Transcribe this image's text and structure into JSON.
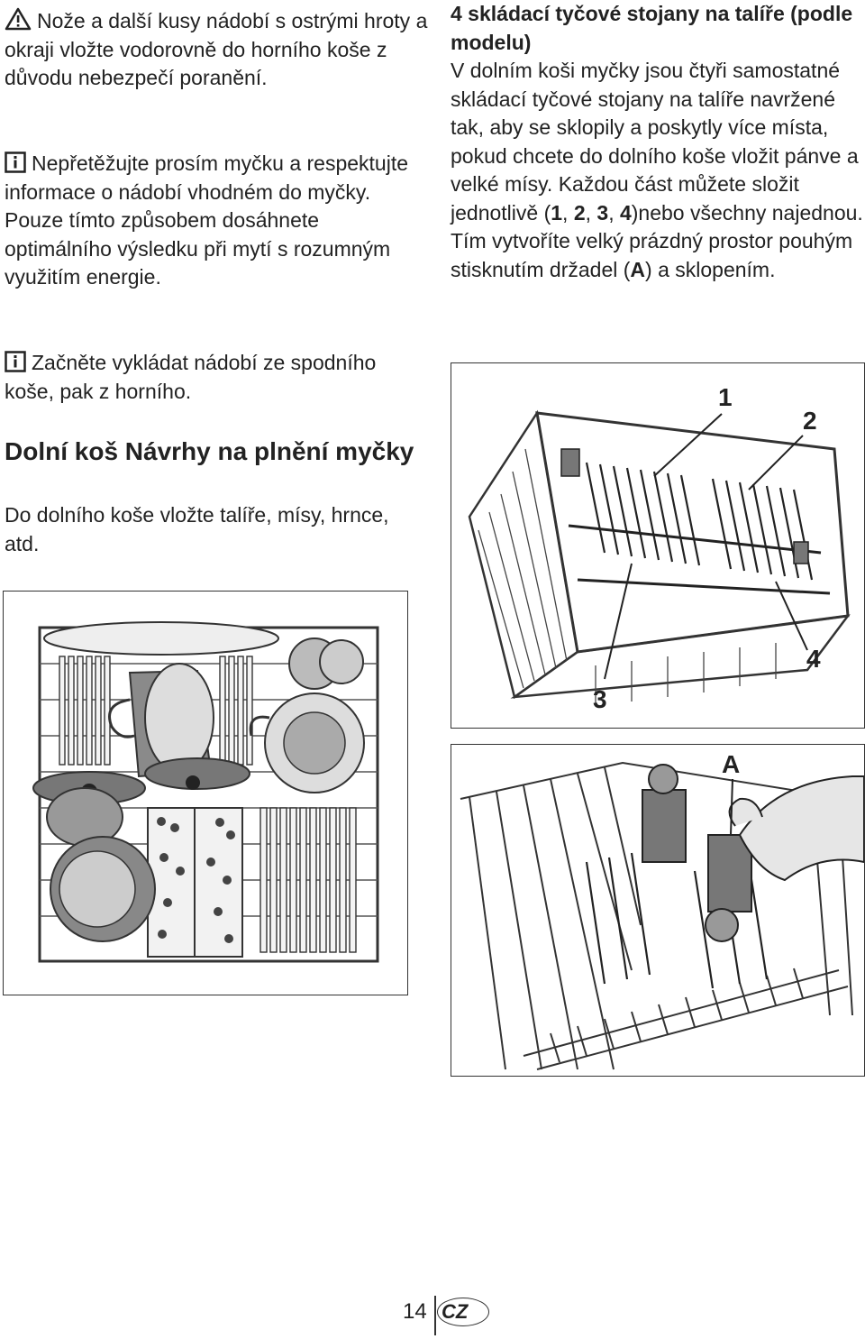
{
  "left": {
    "warning_text": "Nože a další kusy nádobí s ostrými hroty a okraji vložte vodorovně do horního koše z důvodu nebezpečí poranění.",
    "info1_text": "Nepřetěžujte prosím myčku a respektujte informace o nádobí vhodném do myčky. Pouze tímto způsobem dosáhnete optimálního výsledku při mytí s rozumným využitím energie.",
    "info2_text": "Začněte vykládat nádobí ze spodního koše, pak z horního.",
    "heading": "Dolní koš Návrhy na plnění myčky",
    "heading_body": "Do dolního koše vložte talíře, mísy, hrnce, atd."
  },
  "right": {
    "heading": "4 skládací tyčové stojany na talíře (podle modelu)",
    "body_part1": "V dolním koši myčky jsou čtyři samostatné skládací tyčové stojany na talíře navržené tak, aby se sklopily a poskytly více místa, pokud chcete do dolního koše vložit pánve a velké mísy. Každou část můžete složit jednotlivě (",
    "n1": "1",
    "n2": "2",
    "n3": "3",
    "n4": "4",
    "body_part2": ")nebo všechny najednou. Tím vytvoříte velký prázdný prostor pouhým stisknutím držadel (",
    "letter_a": "A",
    "body_part3": ") a sklopením."
  },
  "figure1": {
    "labels": [
      "1",
      "2",
      "3",
      "4"
    ]
  },
  "figure2": {
    "label": "A"
  },
  "footer": {
    "page_number": "14",
    "country_code": "CZ"
  },
  "icons": {
    "warning": "warning-triangle-icon",
    "info": "info-icon"
  }
}
